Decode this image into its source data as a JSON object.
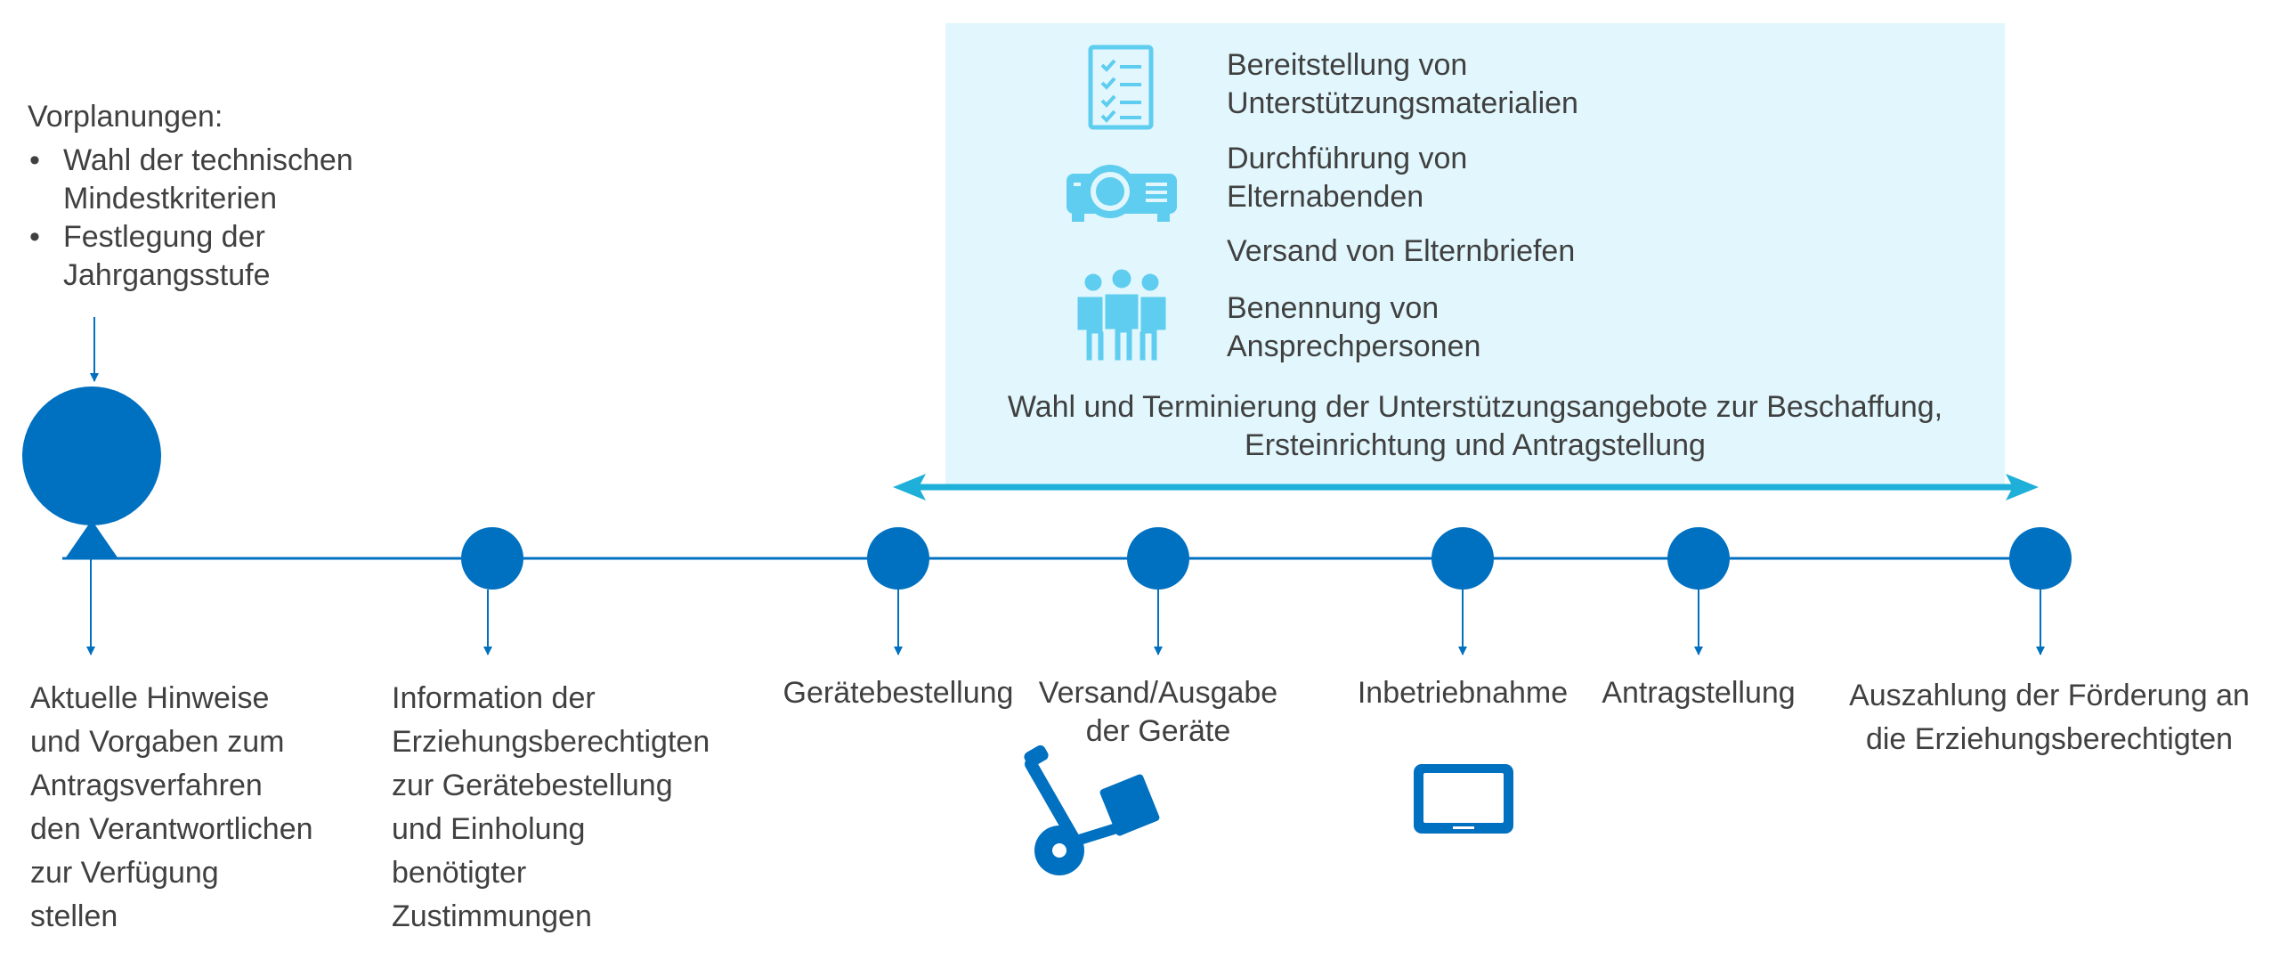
{
  "colors": {
    "timeline": "#0070c0",
    "accent": "#1eb0d8",
    "panel_bg": "#e1f7fd",
    "icon_light": "#5fcdef",
    "text": "#404040"
  },
  "preplanning": {
    "heading": "Vorplanungen:",
    "bullets": [
      [
        "Wahl der technischen",
        "Mindestkriterien"
      ],
      [
        "Festlegung der",
        "Jahrgangsstufe"
      ]
    ]
  },
  "panel": {
    "items": [
      {
        "icon": "checklist-icon",
        "lines": [
          "Bereitstellung von",
          "Unterstützungsmaterialien"
        ]
      },
      {
        "icon": "projector-icon",
        "lines": [
          "Durchführung von",
          "Elternabenden"
        ]
      },
      {
        "icon": "",
        "lines": [
          "Versand von Elternbriefen"
        ]
      },
      {
        "icon": "people-group-icon",
        "lines": [
          "Benennung von",
          "Ansprechpersonen"
        ]
      }
    ],
    "caption": [
      "Wahl und Terminierung der Unterstützungsangebote zur Beschaffung,",
      "Ersteinrichtung und Antragstellung"
    ]
  },
  "timeline": {
    "steps": [
      {
        "lines": [
          "Aktuelle Hinweise",
          "und Vorgaben zum",
          "Antragsverfahren",
          "den Verantwortlichen",
          "zur Verfügung",
          "stellen"
        ]
      },
      {
        "lines": [
          "Information der",
          "Erziehungsberechtigten",
          "zur Gerätebestellung",
          "und Einholung",
          "benötigter",
          "Zustimmungen"
        ]
      },
      {
        "lines": [
          "Gerätebestellung"
        ]
      },
      {
        "lines": [
          "Versand/Ausgabe",
          "der Geräte"
        ],
        "icon": "hand-truck-icon"
      },
      {
        "lines": [
          "Inbetriebnahme"
        ],
        "icon": "tablet-icon"
      },
      {
        "lines": [
          "Antragstellung"
        ]
      },
      {
        "lines": [
          "Auszahlung der Förderung an",
          "die Erziehungsberechtigten"
        ]
      }
    ]
  }
}
